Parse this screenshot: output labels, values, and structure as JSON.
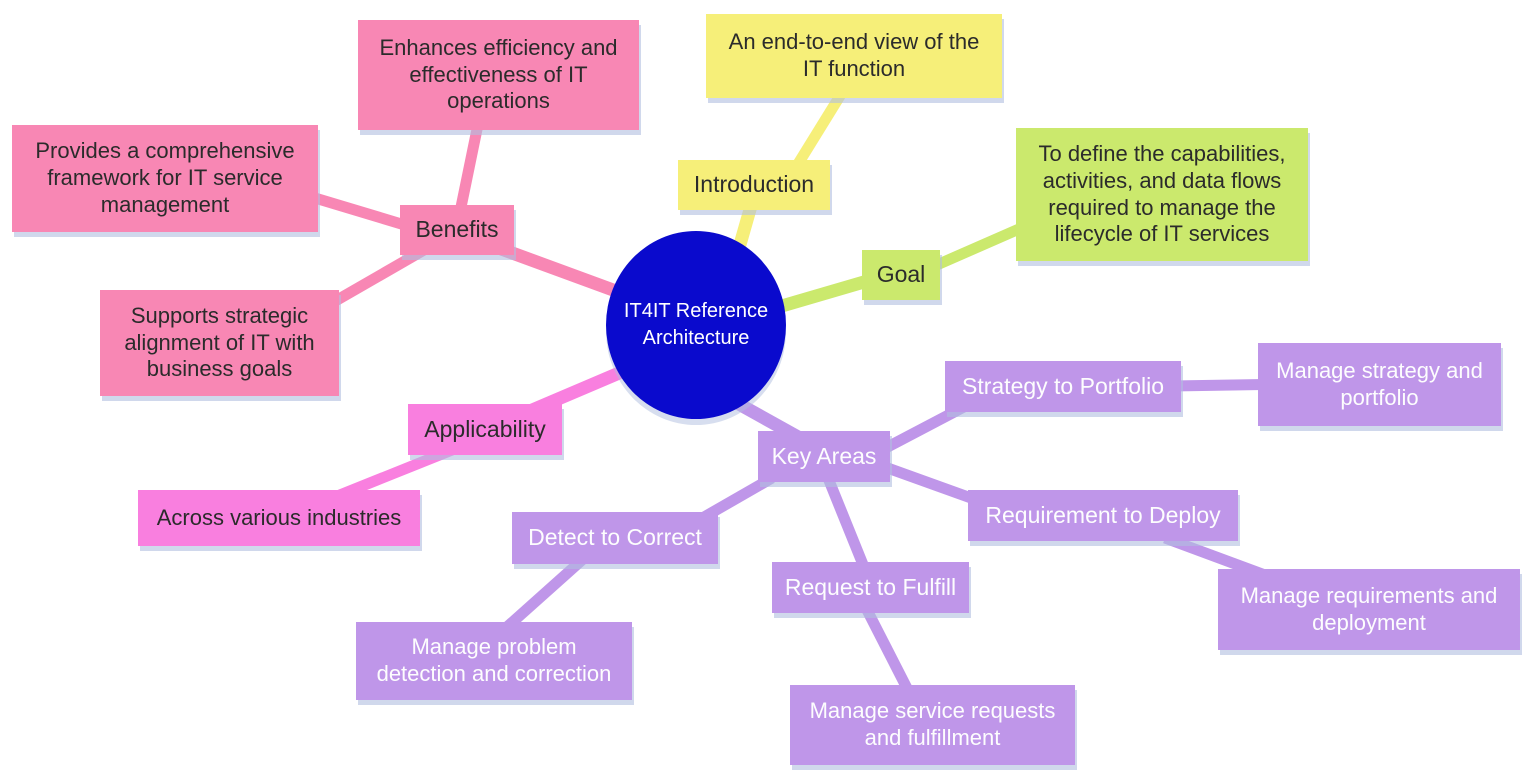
{
  "diagram": {
    "type": "mindmap",
    "background": "#ffffff",
    "center": {
      "label": "IT4IT Reference Architecture",
      "color": "#0a0acd",
      "text_color": "#ffffff"
    },
    "branches": {
      "introduction": {
        "label": "Introduction",
        "color": "#f6ef79",
        "children": [
          {
            "label": "An end-to-end view of the IT function"
          }
        ]
      },
      "goal": {
        "label": "Goal",
        "color": "#cbe96d",
        "children": [
          {
            "label": "To define the capabilities, activities, and data flows required to manage the lifecycle of IT services"
          }
        ]
      },
      "benefits": {
        "label": "Benefits",
        "color": "#f887b4",
        "children": [
          {
            "label": "Enhances efficiency and effectiveness of IT operations"
          },
          {
            "label": "Provides a comprehensive framework for IT service management"
          },
          {
            "label": "Supports strategic alignment of IT with business goals"
          }
        ]
      },
      "applicability": {
        "label": "Applicability",
        "color": "#f97fdf",
        "children": [
          {
            "label": "Across various industries"
          }
        ]
      },
      "key_areas": {
        "label": "Key Areas",
        "color": "#bf96e9",
        "children": [
          {
            "label": "Strategy to Portfolio",
            "children": [
              {
                "label": "Manage strategy and portfolio"
              }
            ]
          },
          {
            "label": "Requirement to Deploy",
            "children": [
              {
                "label": "Manage requirements and deployment"
              }
            ]
          },
          {
            "label": "Request to Fulfill",
            "children": [
              {
                "label": "Manage service requests and fulfillment"
              }
            ]
          },
          {
            "label": "Detect to Correct",
            "children": [
              {
                "label": "Manage problem detection and correction"
              }
            ]
          }
        ]
      }
    }
  }
}
